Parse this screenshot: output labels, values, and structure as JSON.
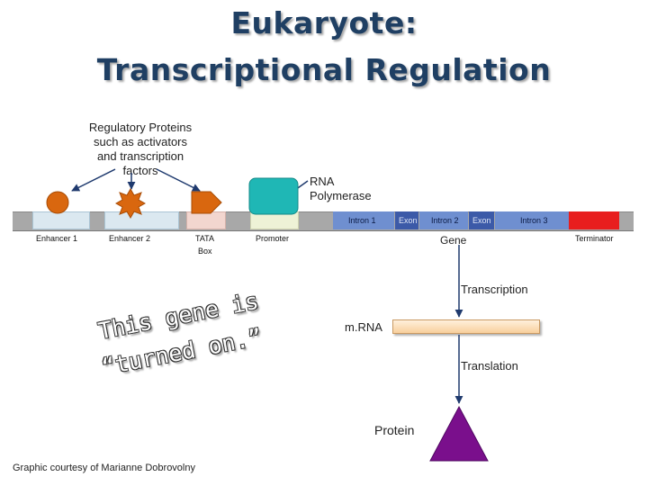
{
  "title": {
    "line1": "Eukaryote:",
    "line2": "Transcriptional Regulation"
  },
  "labels": {
    "regulatory_proteins": [
      "Regulatory Proteins",
      "such as activators",
      "and transcription",
      "factors"
    ],
    "rna_polymerase": [
      "RNA",
      "Polymerase"
    ],
    "gene": "Gene",
    "transcription": "Transcription",
    "mrna": "m.RNA",
    "translation": "Translation",
    "protein": "Protein"
  },
  "segments": {
    "enhancer1": "Enhancer 1",
    "enhancer2": "Enhancer 2",
    "tata": [
      "TATA",
      "Box"
    ],
    "promoter": "Promoter",
    "intron1": "Intron 1",
    "exon1": "Exon",
    "intron2": "Intron 2",
    "exon2": "Exon",
    "intron3": "Intron 3",
    "terminator": "Terminator"
  },
  "tagline": [
    "This gene is",
    "“turned on.”"
  ],
  "caption": "Graphic courtesy of Marianne Dobrovolny",
  "colors": {
    "title": "#1f3f63",
    "activator": "#d9670f",
    "polymerase": "#1fb7b5",
    "intron": "#6f8fd0",
    "exon": "#3c5aa8",
    "terminator": "#e81e1e",
    "protein": "#7a0f8c",
    "arrow": "#1f3a6e"
  }
}
